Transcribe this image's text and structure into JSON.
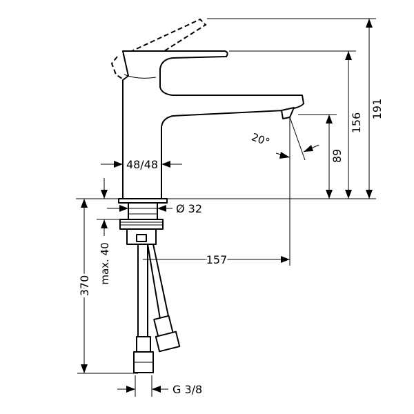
{
  "dimensions": {
    "overall_height": "191",
    "lever_height": "156",
    "spout_height": "89",
    "spout_projection": "157",
    "body_width": "48/48",
    "hole_diameter": "Ø 32",
    "max_deck_thickness": "max. 40",
    "hose_length": "370",
    "connection_thread": "G 3/8",
    "spray_angle": "20°"
  }
}
